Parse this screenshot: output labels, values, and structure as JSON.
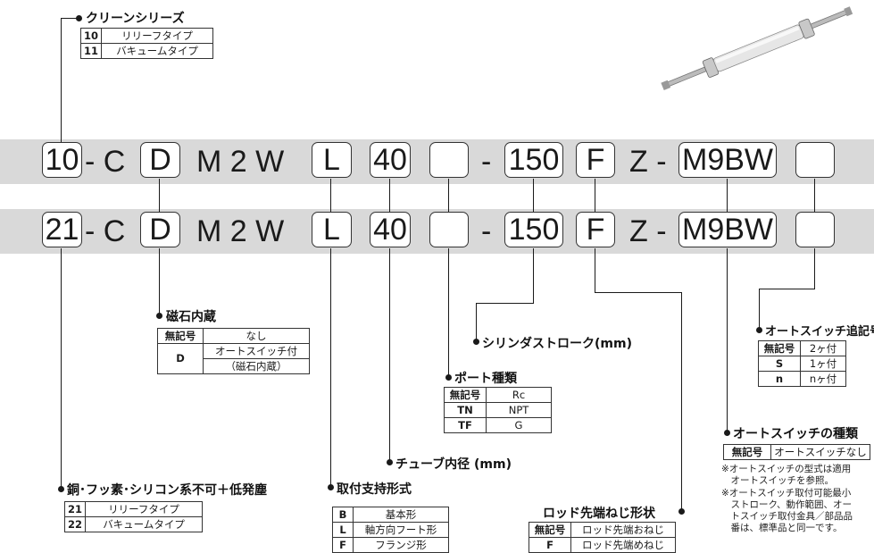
{
  "clean_series": {
    "title": "クリーンシリーズ",
    "rows": [
      {
        "code": "10",
        "desc": "リリーフタイプ"
      },
      {
        "code": "11",
        "desc": "バキュームタイプ"
      }
    ]
  },
  "model_rows": [
    {
      "prefix": "10",
      "c": "- C",
      "d": "D",
      "m2w": "M 2 W",
      "l": "L",
      "bore": "40",
      "port": "",
      "dash": "-",
      "stroke": "150",
      "f": "F",
      "zdash": "Z -",
      "switch": "M9BW",
      "count": ""
    },
    {
      "prefix": "21",
      "c": "- C",
      "d": "D",
      "m2w": "M 2 W",
      "l": "L",
      "bore": "40",
      "port": "",
      "dash": "-",
      "stroke": "150",
      "f": "F",
      "zdash": "Z -",
      "switch": "M9BW",
      "count": ""
    }
  ],
  "magnet": {
    "title": "磁石内蔵",
    "rows": [
      {
        "code": "無記号",
        "desc": "なし"
      },
      {
        "code": "D",
        "desc": "オートスイッチ付",
        "desc2": "（磁石内蔵）"
      }
    ]
  },
  "stroke": {
    "title": "シリンダストローク(mm)"
  },
  "port": {
    "title": "ポート種類",
    "rows": [
      {
        "code": "無記号",
        "desc": "Rc"
      },
      {
        "code": "TN",
        "desc": "NPT"
      },
      {
        "code": "TF",
        "desc": "G"
      }
    ]
  },
  "bore": {
    "title": "チューブ内径 (mm)"
  },
  "copper_free": {
    "title": "銅･フッ素･シリコン系不可＋低発塵",
    "rows": [
      {
        "code": "21",
        "desc": "リリーフタイプ"
      },
      {
        "code": "22",
        "desc": "バキュームタイプ"
      }
    ]
  },
  "mounting": {
    "title": "取付支持形式",
    "rows": [
      {
        "code": "B",
        "desc": "基本形"
      },
      {
        "code": "L",
        "desc": "軸方向フート形"
      },
      {
        "code": "F",
        "desc": "フランジ形"
      }
    ]
  },
  "rod_thread": {
    "title": "ロッド先端ねじ形状",
    "rows": [
      {
        "code": "無記号",
        "desc": "ロッド先端おねじ"
      },
      {
        "code": "F",
        "desc": "ロッド先端めねじ"
      }
    ]
  },
  "switch_count": {
    "title": "オートスイッチ追記号",
    "rows": [
      {
        "code": "無記号",
        "desc": "2ヶ付"
      },
      {
        "code": "S",
        "desc": "1ヶ付"
      },
      {
        "code": "n",
        "desc": "nヶ付"
      }
    ]
  },
  "switch_type": {
    "title": "オートスイッチの種類",
    "rows": [
      {
        "code": "無記号",
        "desc": "オートスイッチなし"
      }
    ],
    "notes": [
      "※オートスイッチの型式は適用",
      "　オートスイッチを参照。",
      "※オートスイッチ取付可能最小",
      "　ストローク、動作範囲、オー",
      "　トスイッチ取付金具／部品品",
      "　番は、標準品と同一です。"
    ]
  }
}
